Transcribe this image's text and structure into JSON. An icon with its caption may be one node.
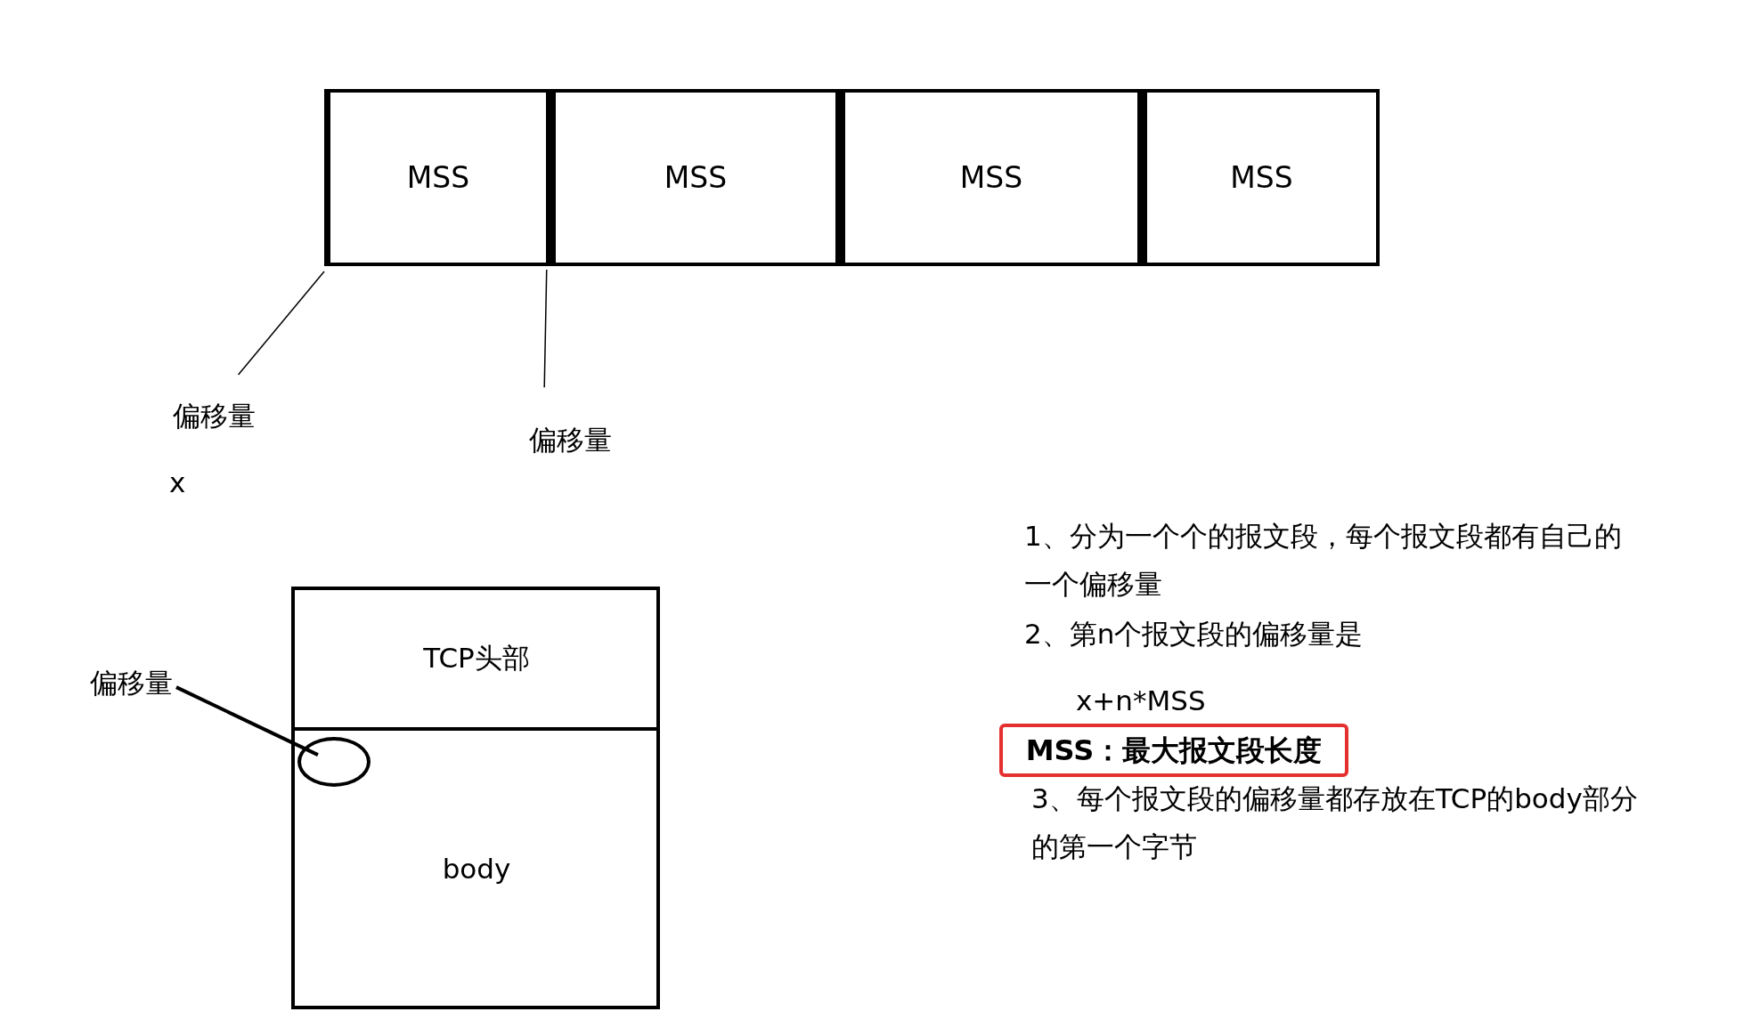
{
  "diagram": {
    "nodes": [
      {
        "text": [
          "MSS"
        ]
      },
      {
        "text": [
          "MSS"
        ]
      },
      {
        "text": [
          "MSS"
        ]
      },
      {
        "text": [
          "MSS"
        ]
      },
      {
        "text": [
          "偏移量"
        ]
      },
      {
        "text": [
          "偏移量"
        ]
      },
      {
        "text": [],
        "shape": "box"
      },
      {
        "text": [
          "TCP头部"
        ],
        "in": 6
      },
      {
        "text": [
          "body"
        ],
        "in": 6
      },
      {
        "text": [],
        "shape": "circle",
        "in": 6
      },
      {
        "text": [
          "偏移量"
        ]
      },
      {
        "text": [
          "MSS：最大报文段长度"
        ]
      }
    ],
    "edges": [
      {
        "from": 4,
        "to": 0,
        "arrow": "none"
      },
      {
        "from": 5,
        "to": 1,
        "arrow": "none"
      },
      {
        "from": 10,
        "to": 9,
        "arrow": "none"
      }
    ],
    "labels": [
      "x",
      "1、分为一个个的报文段，每个报文段都有自己的一个偏移量",
      "2、第n个报文段的偏移量是",
      "x+n*MSS",
      "3、每个报文段的偏移量都存放在TCP的body部分的第一个字节"
    ]
  }
}
